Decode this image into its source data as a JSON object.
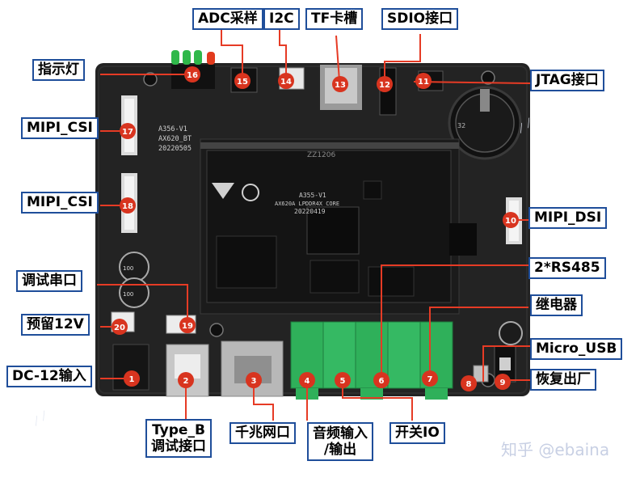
{
  "image": {
    "description_note": "",
    "colors": {
      "board": "#232323",
      "leader": "#e63b25",
      "marker": "#d8341f",
      "label_border": "#1f4e9a",
      "terminal": "#2fb05a"
    }
  },
  "labels": {
    "adc": "ADC采样",
    "i2c": "I2C",
    "tf": "TF卡槽",
    "sdio": "SDIO接口",
    "led": "指示灯",
    "jtag": "JTAG接口",
    "csi1": "MIPI_CSI",
    "csi2": "MIPI_CSI",
    "dsi": "MIPI_DSI",
    "rs485": "2*RS485",
    "debug_uart": "调试串口",
    "relay": "继电器",
    "reserved12v": "预留12V",
    "microusb": "Micro_USB",
    "dc12": "DC-12输入",
    "factory": "恢复出厂",
    "typeb_1": "Type_B",
    "typeb_2": "调试接口",
    "gbe": "千兆网口",
    "audio_1": "音频输入",
    "audio_2": "/输出",
    "switch_io": "开关IO"
  },
  "markers": [
    "1",
    "2",
    "3",
    "4",
    "5",
    "6",
    "7",
    "8",
    "9",
    "10",
    "11",
    "12",
    "13",
    "14",
    "15",
    "16",
    "17",
    "18",
    "19",
    "20"
  ],
  "silkscreen": {
    "carrier_1": "A356-V1",
    "carrier_2": "AX620_BT",
    "carrier_3": "20220505",
    "core_1": "A355-V1",
    "core_2": "AX620A LPDDR4X CORE",
    "core_3": "20220419",
    "batt": "32",
    "slot": "ZZ1206"
  },
  "watermark": {
    "text": "知乎 @ebaina"
  }
}
